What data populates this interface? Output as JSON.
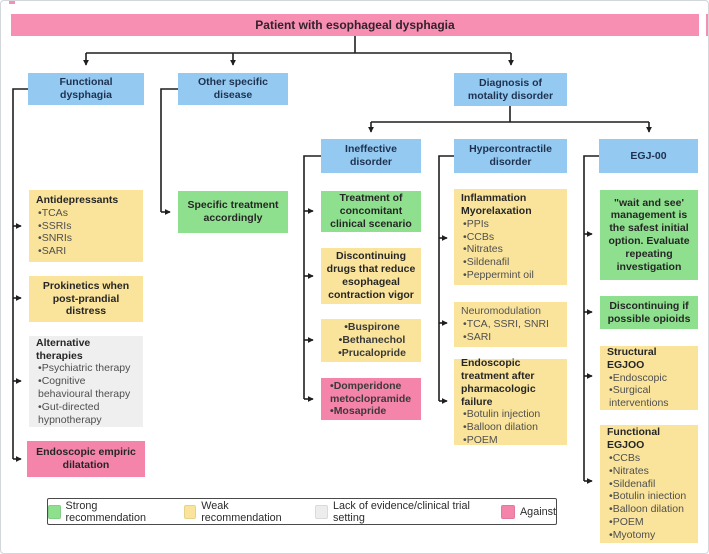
{
  "banner": {
    "label": "Patient with esophageal dysphagia"
  },
  "branches": {
    "functional": {
      "label": "Functional dysphagia"
    },
    "other": {
      "label": "Other specific disease"
    },
    "diagnosis": {
      "label": "Diagnosis of motality disorder"
    },
    "ineffective": {
      "label": "Ineffective disorder"
    },
    "hypercontractile": {
      "label": "Hypercontractile disorder"
    },
    "egj": {
      "label": "EGJ-00"
    }
  },
  "boxes": {
    "antidepressants": {
      "title": "Antidepressants",
      "items": [
        "TCAs",
        "SSRIs",
        "SNRIs",
        "SARI"
      ]
    },
    "prokinetics": {
      "text": "Prokinetics when post-prandial distress"
    },
    "alternative": {
      "title": "Alternative therapies",
      "items": [
        "Psychiatric therapy",
        "Cognitive behavioural therapy",
        "Gut-directed hypnotherapy"
      ]
    },
    "empiric_dilatation": {
      "text": "Endoscopic empiric dilatation"
    },
    "specific_treatment": {
      "text": "Specific treatment accordingly"
    },
    "concomitant": {
      "text": "Treatment of concomitant clinical scenario"
    },
    "discontinuing_drugs": {
      "text": "Discontinuing drugs that reduce esophageal contraction vigor"
    },
    "prokinetic_agents": {
      "items": [
        "Buspirone",
        "Bethanechol",
        "Prucalopride"
      ]
    },
    "domperidone": {
      "items": [
        "Domperidone metoclopramide",
        "Mosapride"
      ]
    },
    "inflammation": {
      "title": "Inflammation Myorelaxation",
      "items": [
        "PPIs",
        "CCBs",
        "Nitrates",
        "Sildenafil",
        "Peppermint oil"
      ]
    },
    "neuromodulation": {
      "title": "Neuromodulation",
      "items": [
        "TCA, SSRI, SNRI",
        "SARI"
      ]
    },
    "endoscopic_failure": {
      "title": "Endoscopic treatment after pharmacologic failure",
      "items": [
        "Botulin injection",
        "Balloon dilation",
        "POEM"
      ]
    },
    "wait_and_see": {
      "text": "\"wait and see' management is the safest initial option. Evaluate repeating investigation"
    },
    "opioids": {
      "text": "Discontinuing if possible opioids"
    },
    "structural_egjoo": {
      "title": "Structural EGJOO",
      "items": [
        "Endoscopic",
        "Surgical interventions"
      ]
    },
    "functional_egjoo": {
      "title": "Functional EGJOO",
      "items": [
        "CCBs",
        "Nitrates",
        "Sildenafil",
        "Botulin iniection",
        "Balloon dilation",
        "POEM",
        "Myotomy"
      ]
    }
  },
  "legend": {
    "items": [
      {
        "label": "Strong recommendation",
        "color": "#8ee08e"
      },
      {
        "label": "Weak recommendation",
        "color": "#fae49c"
      },
      {
        "label": "Lack of evidence/clinical trial setting",
        "color": "#ededed"
      },
      {
        "label": "Against",
        "color": "#f584ab"
      }
    ]
  },
  "colors": {
    "banner": "#f78fb3",
    "branch_blue": "#94c9f1",
    "strong_green": "#8ee08e",
    "weak_yellow": "#fae49c",
    "lack_gray": "#efefef",
    "against_pink": "#f584ab",
    "line": "#1f1f1f"
  }
}
